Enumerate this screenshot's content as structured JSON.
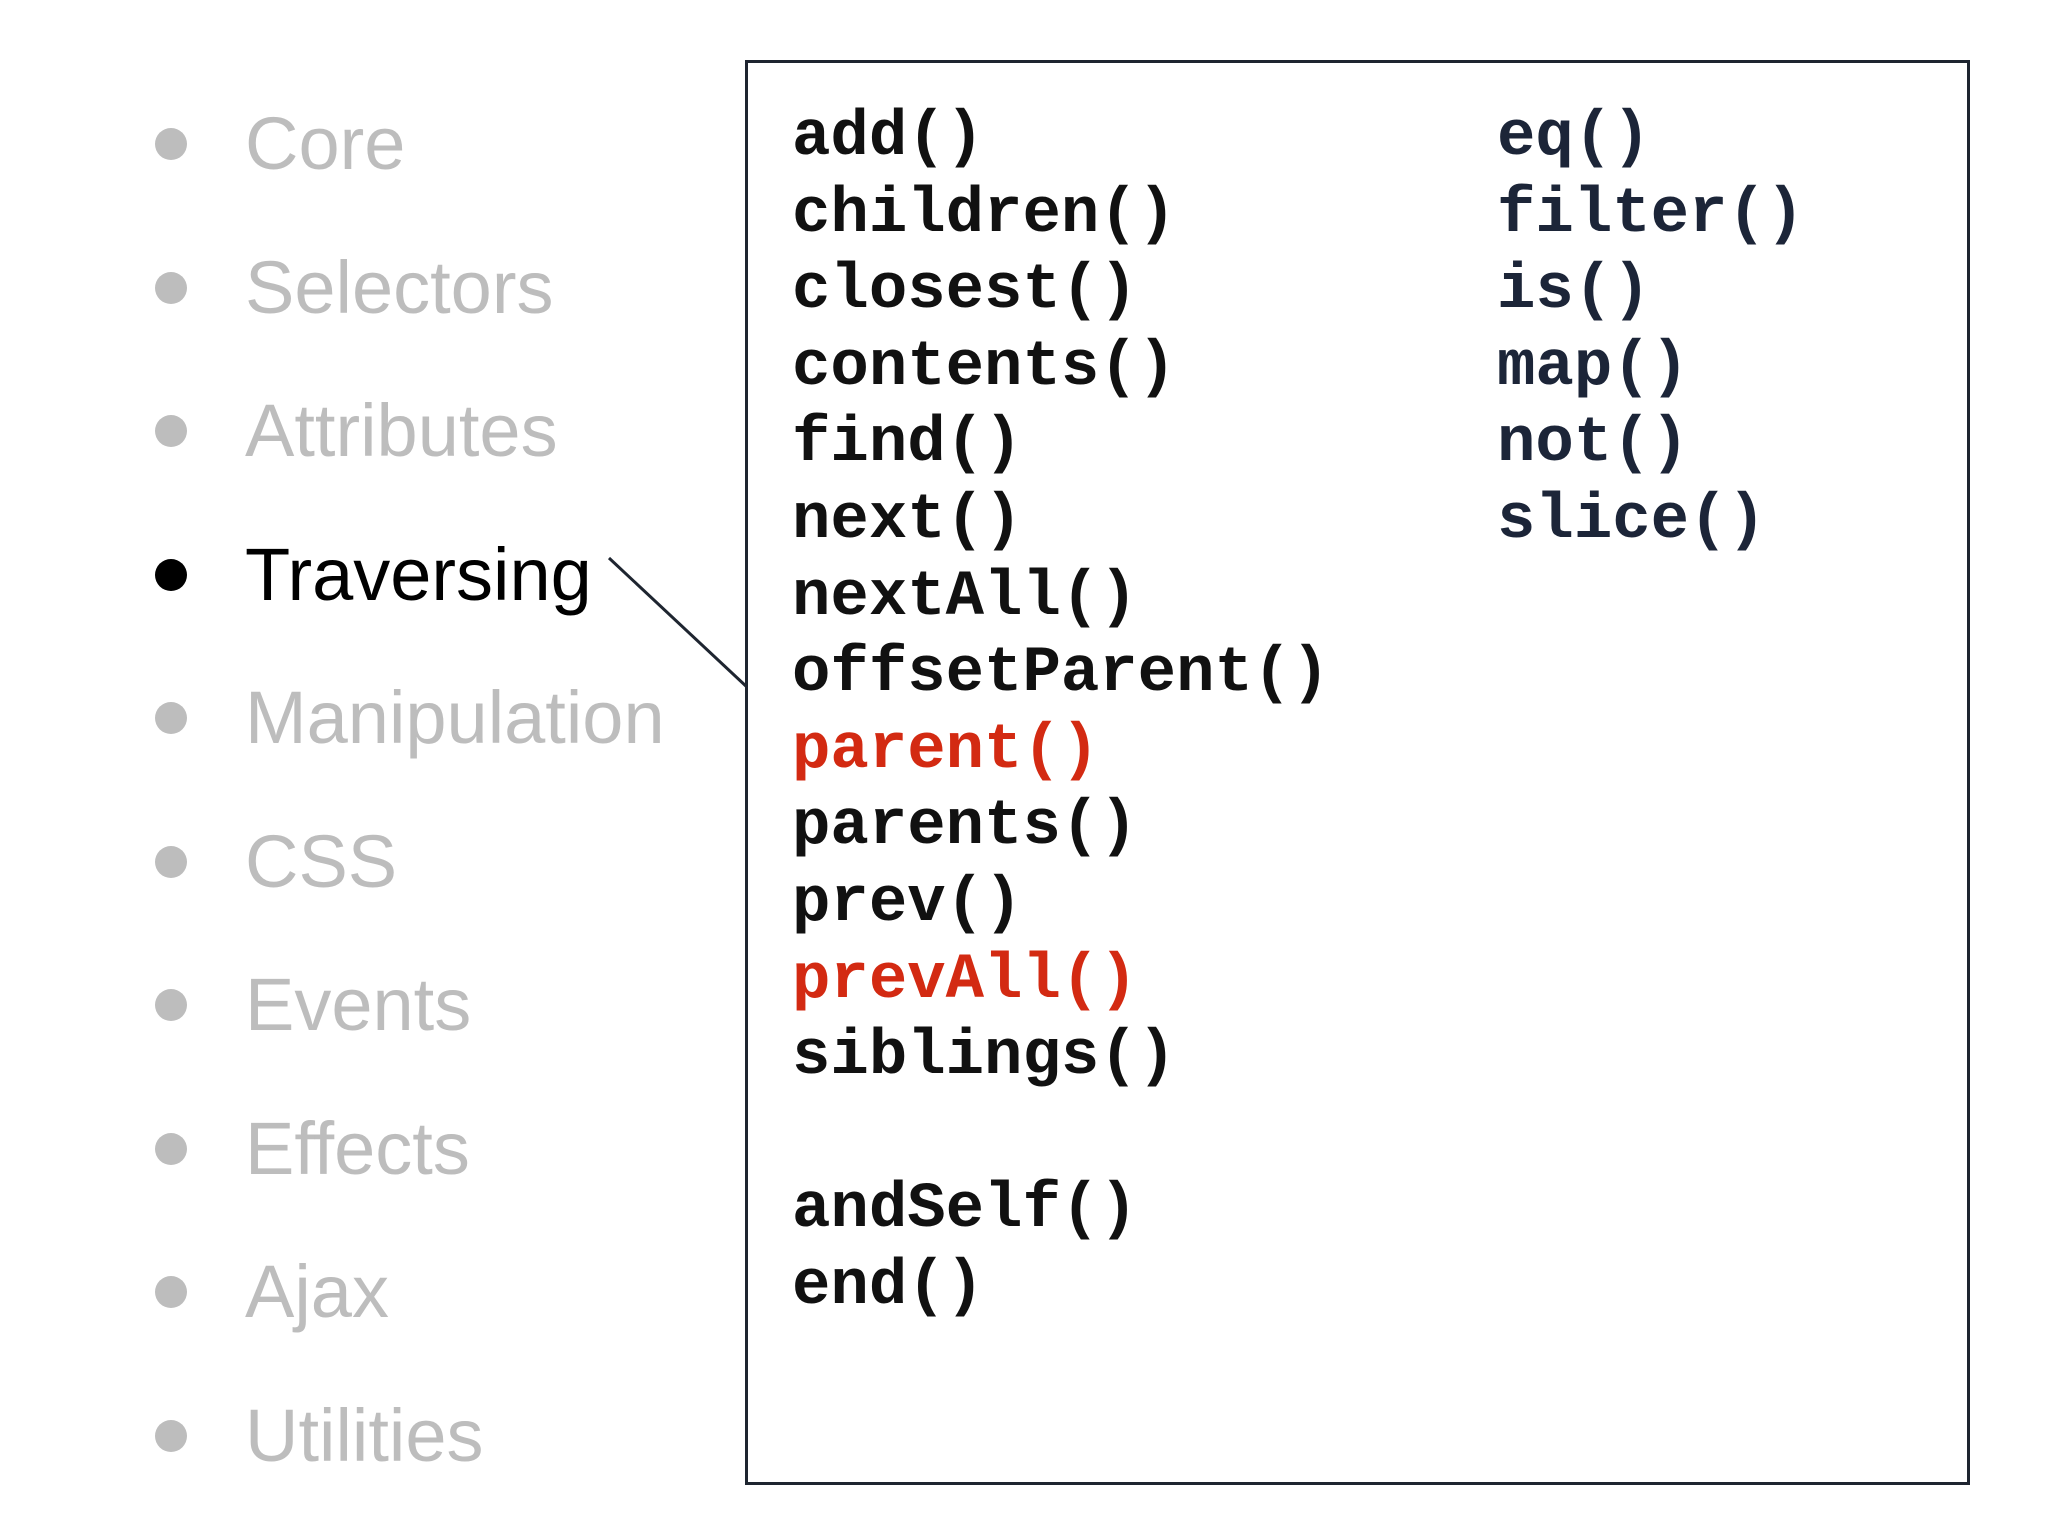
{
  "topics": [
    {
      "label": "Core",
      "active": false
    },
    {
      "label": "Selectors",
      "active": false
    },
    {
      "label": "Attributes",
      "active": false
    },
    {
      "label": "Traversing",
      "active": true
    },
    {
      "label": "Manipulation",
      "active": false
    },
    {
      "label": "CSS",
      "active": false
    },
    {
      "label": "Events",
      "active": false
    },
    {
      "label": "Effects",
      "active": false
    },
    {
      "label": "Ajax",
      "active": false
    },
    {
      "label": "Utilities",
      "active": false
    }
  ],
  "methods": {
    "column_1": [
      "add()",
      "children()",
      "closest()",
      "contents()",
      "find()",
      "next()",
      "nextAll()",
      "offsetParent()",
      "parent()",
      "parents()",
      "prev()",
      "prevAll()",
      "siblings()"
    ],
    "column_1_extra": [
      "andSelf()",
      "end()"
    ],
    "column_2": [
      "eq()",
      "filter()",
      "is()",
      "map()",
      "not()",
      "slice()"
    ],
    "highlighted": [
      "parent()",
      "prevAll()"
    ]
  },
  "colors": {
    "inactive_topic": "#bdbdbd",
    "active_topic": "#000000",
    "highlight": "#d32a12",
    "box_border": "#1e2530"
  }
}
